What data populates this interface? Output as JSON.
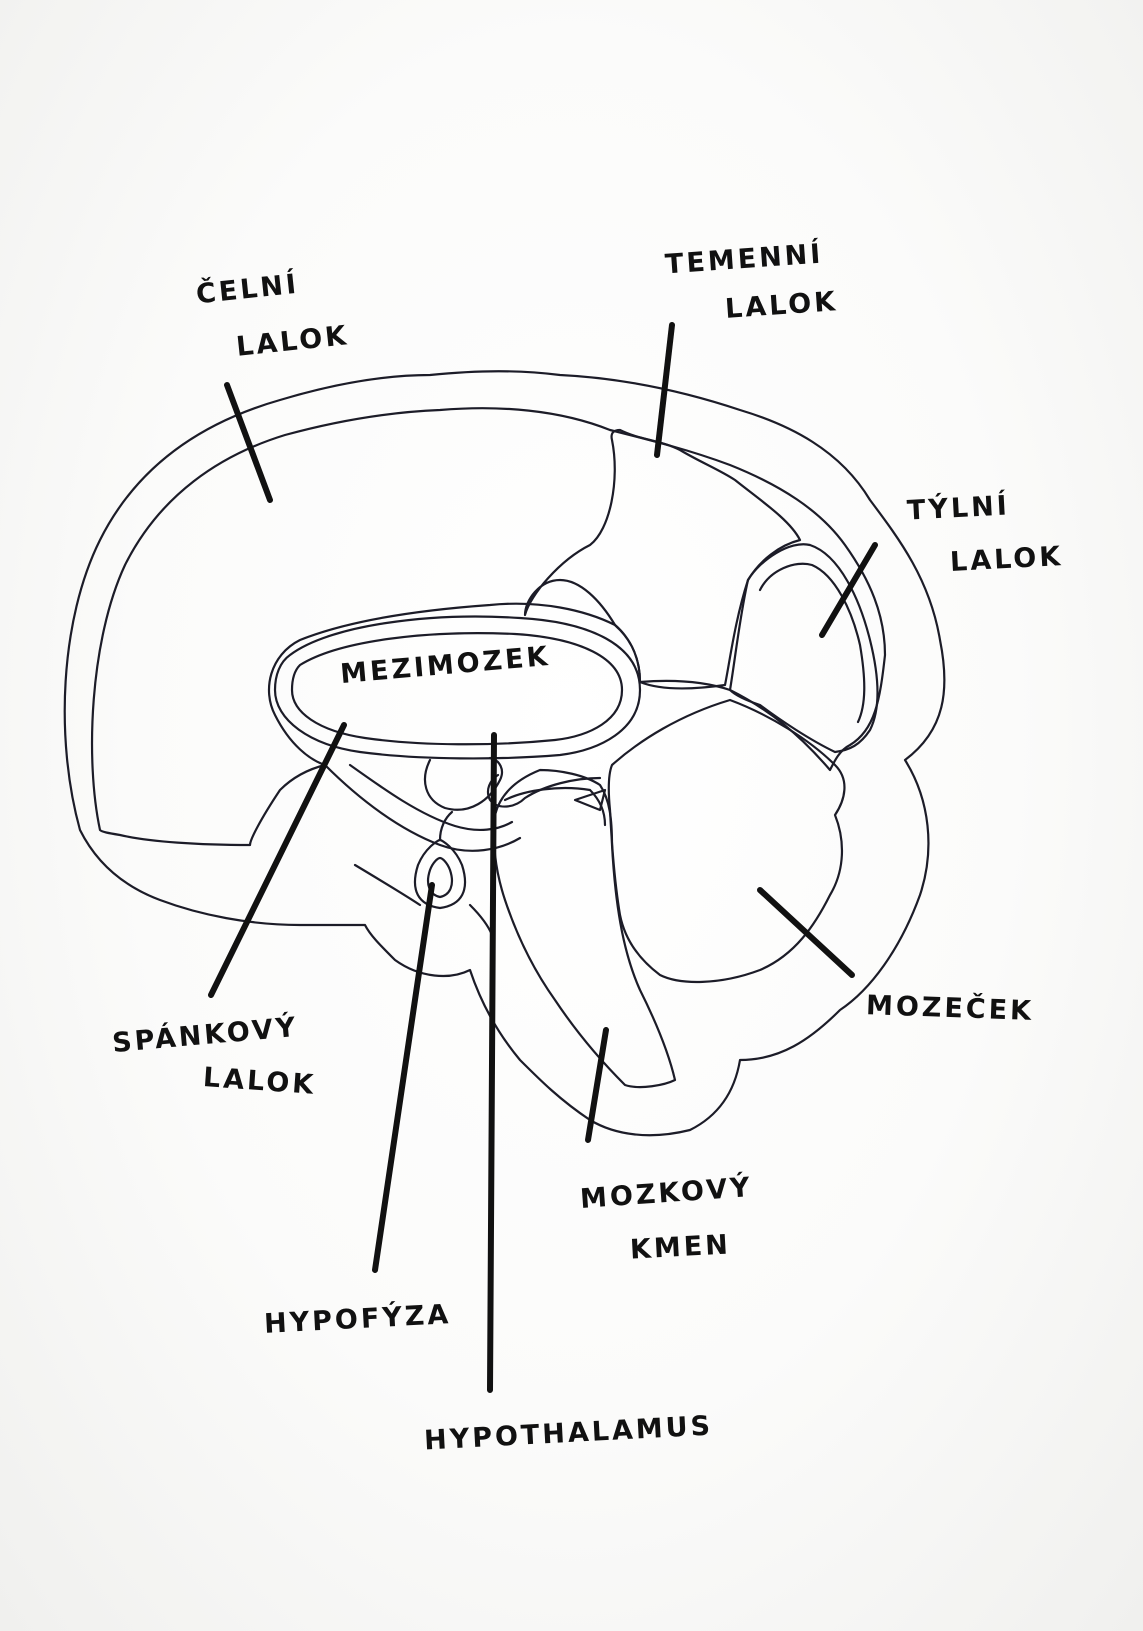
{
  "diagram": {
    "labels": {
      "celni_lalok": [
        "ČELNÍ",
        "LALOK"
      ],
      "temenni_lalok": [
        "TEMENNÍ",
        "LALOK"
      ],
      "tylni_lalok": [
        "TÝLNÍ",
        "LALOK"
      ],
      "mezimozek": "MEZIMOZEK",
      "mozecek": "MOZEČEK",
      "spankovy_lalok": [
        "SPÁNKOVÝ",
        "LALOK"
      ],
      "mozkovy_kmen": [
        "MOZKOVÝ",
        "KMEN"
      ],
      "hypofyza": "HYPOFÝZA",
      "hypothalamus": "HYPOTHALAMUS"
    },
    "colors": {
      "outline": "#1c1c28",
      "marker": "#111111",
      "paper": "#ffffff"
    }
  }
}
